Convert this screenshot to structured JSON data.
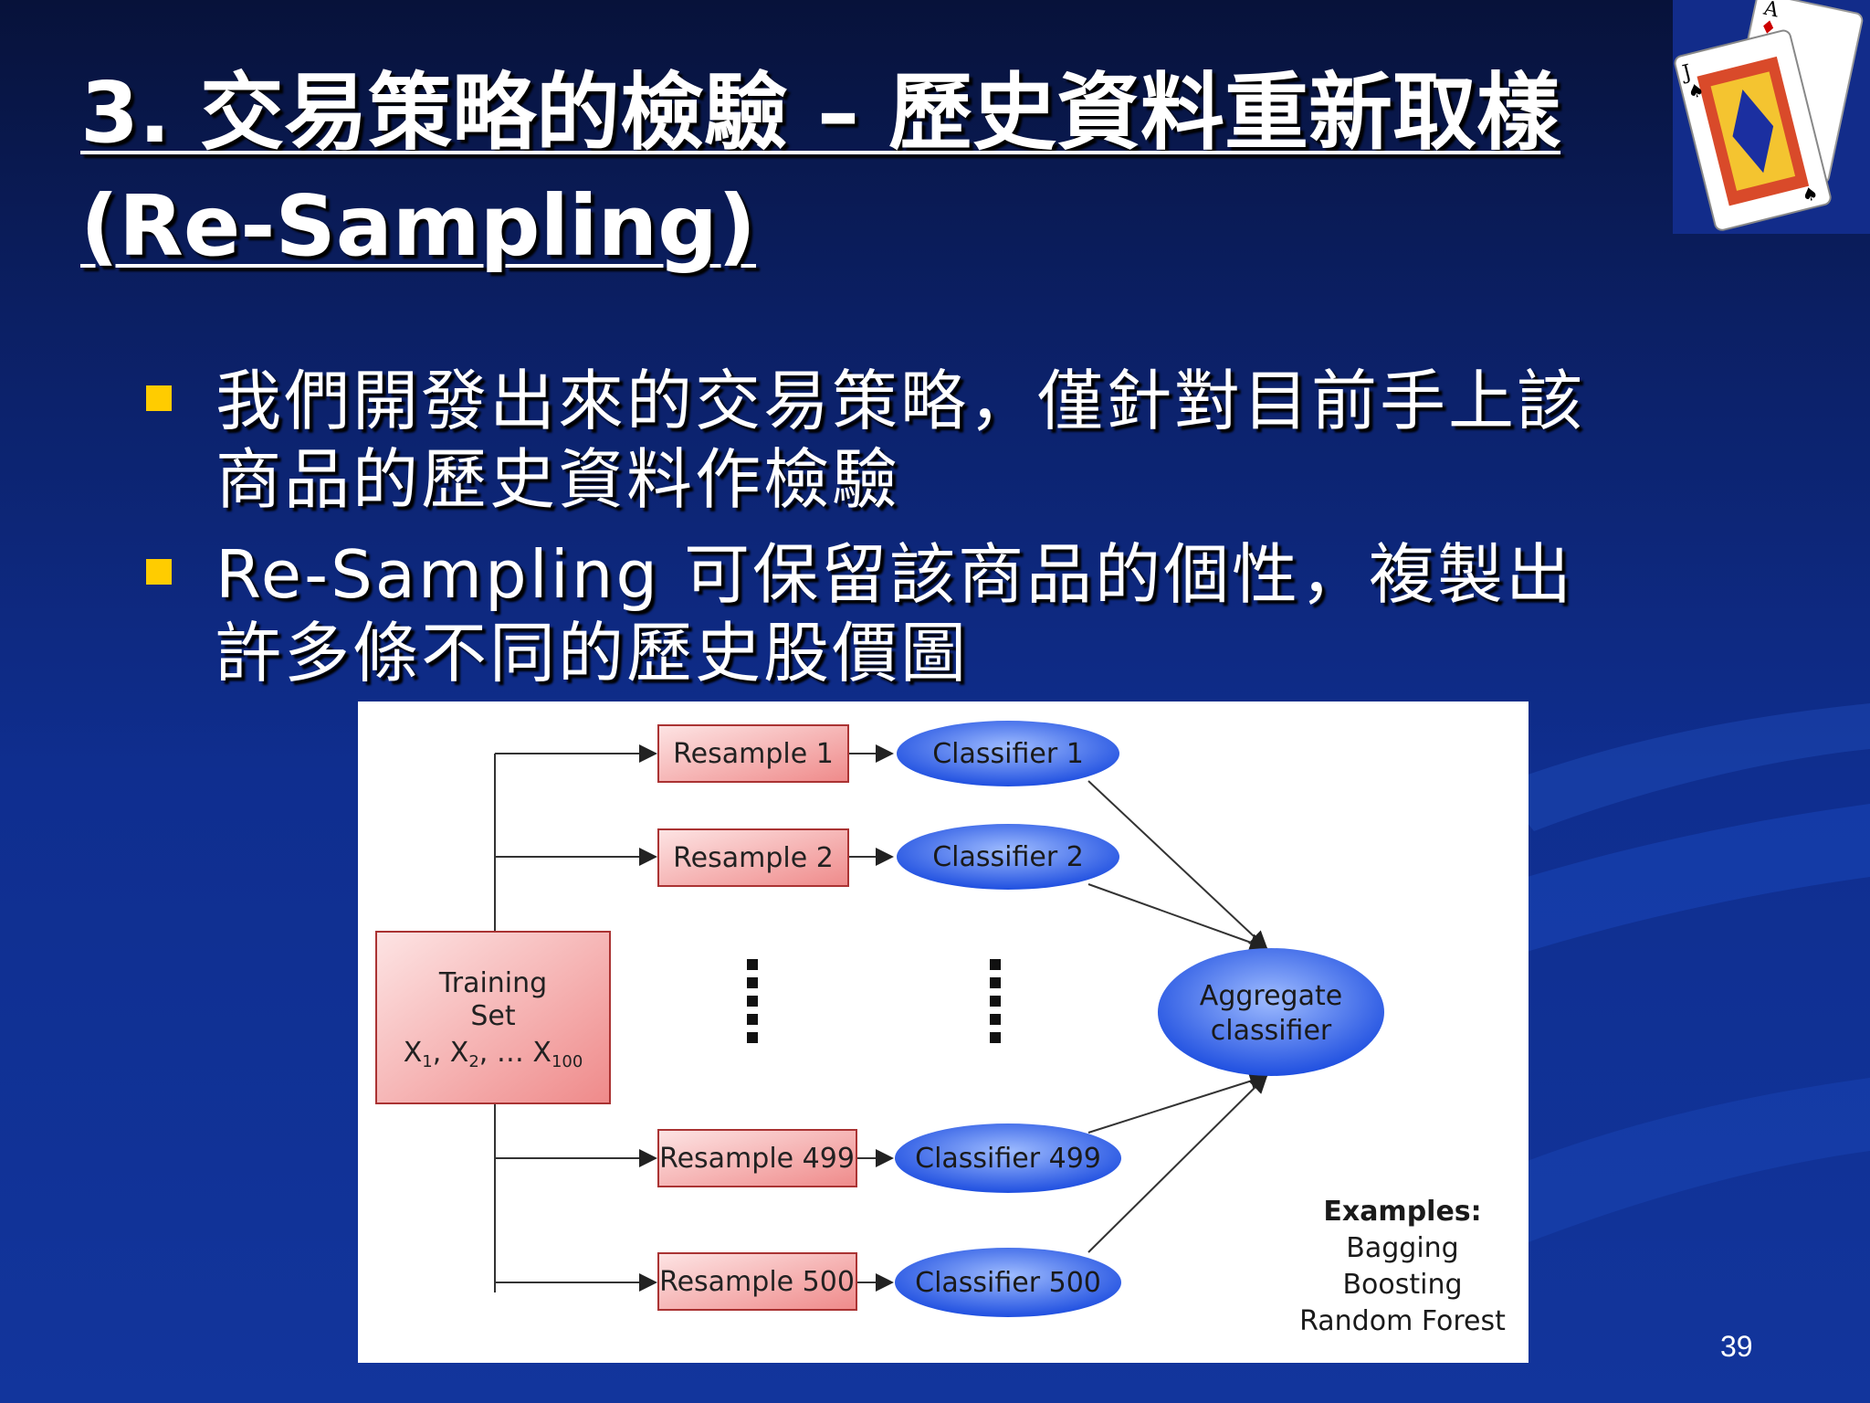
{
  "slide": {
    "title": "3. 交易策略的檢驗 – 歷史資料重新取樣 (Re-Sampling)",
    "page_number": "39",
    "bullets": [
      "我們開發出來的交易策略，僅針對目前手上該商品的歷史資料作檢驗",
      "Re-Sampling 可保留該商品的個性，複製出許多條不同的歷史股價圖"
    ]
  },
  "diagram": {
    "training_set": {
      "line1": "Training",
      "line2": "Set",
      "x1": "X",
      "x1_sub": "1",
      "x2": ", X",
      "x2_sub": "2",
      "dots": ", … X",
      "x100_sub": "100"
    },
    "resamples": [
      "Resample 1",
      "Resample 2",
      "Resample 499",
      "Resample 500"
    ],
    "classifiers": [
      "Classifier 1",
      "Classifier 2",
      "Classifier 499",
      "Classifier 500"
    ],
    "aggregate": {
      "line1": "Aggregate",
      "line2": "classifier"
    },
    "examples": {
      "heading": "Examples:",
      "items": [
        "Bagging",
        "Boosting",
        "Random Forest"
      ]
    }
  },
  "colors": {
    "rect_fill_light": "#fde4e4",
    "rect_fill_dark": "#ef8a8a",
    "ellipse_fill_light": "#7fa6ff",
    "ellipse_fill_dark": "#1f4fe0",
    "bullet_marker": "#ffcc00"
  }
}
